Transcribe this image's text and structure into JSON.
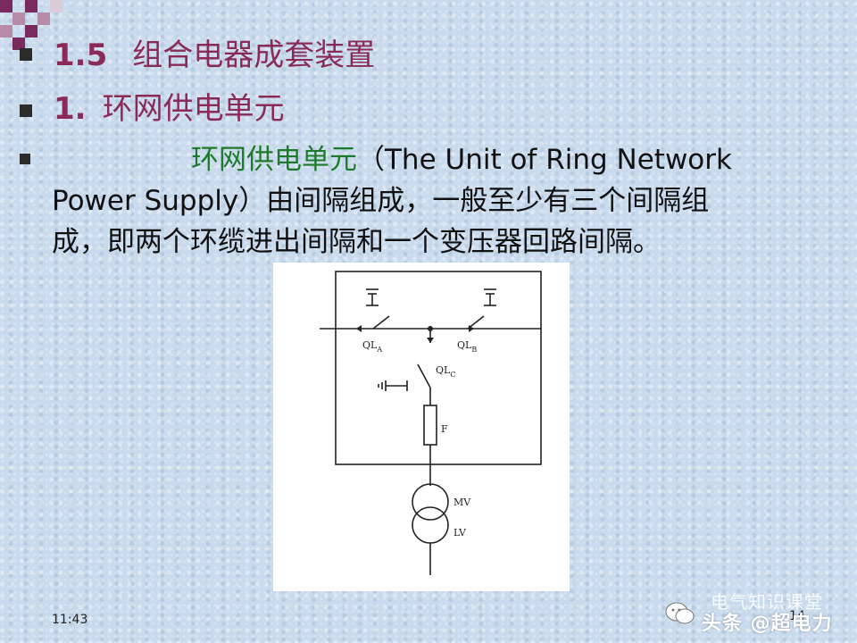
{
  "slide": {
    "heading1": {
      "number": "1.5",
      "title": "组合电器成套装置"
    },
    "heading2": {
      "number": "1.",
      "title": "环网供电单元"
    },
    "body": {
      "highlight": "环网供电单元",
      "rest_line1": "（The Unit of Ring Network",
      "line2": "Power Supply）由间隔组成，一般至少有三个间隔组",
      "line3": "成，即两个环缆进出间隔和一个变压器回路间隔。"
    },
    "diagram_labels": {
      "switch_a": "QL",
      "switch_a_sub": "A",
      "switch_b": "QL",
      "switch_b_sub": "B",
      "switch_c": "QL",
      "switch_c_sub": "C",
      "fuse": "F",
      "mv": "MV",
      "lv": "LV"
    },
    "footer": {
      "time": "11:43",
      "page": "14"
    },
    "watermark": {
      "top_text": "电气知识课堂",
      "bottom_text": "头条 @超电力"
    },
    "colors": {
      "heading": "#8a2a58",
      "highlight": "#1d7a2a",
      "corner_square": "#7a2a5c"
    }
  }
}
